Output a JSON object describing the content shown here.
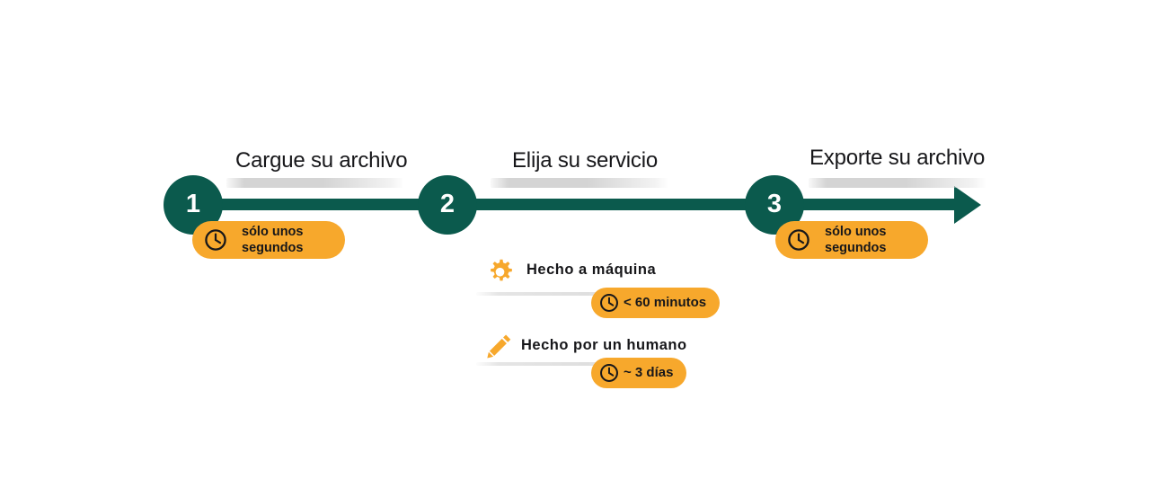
{
  "diagram": {
    "type": "process-timeline",
    "language": "es",
    "colors": {
      "teal": "#0b5a4d",
      "orange": "#f7a82c",
      "text": "#17171a",
      "grey_bar": "#d4d4d4",
      "background": "#ffffff"
    },
    "steps": [
      {
        "number": "1",
        "title": "Cargue su archivo",
        "badge": {
          "icon": "clock-icon",
          "text": "sólo unos\nsegundos"
        }
      },
      {
        "number": "2",
        "title": "Elija su servicio",
        "badge": null
      },
      {
        "number": "3",
        "title": "Exporte su archivo",
        "badge": {
          "icon": "clock-icon",
          "text": "sólo unos\nsegundos"
        }
      }
    ],
    "services": [
      {
        "icon": "gear-icon",
        "label": "Hecho a máquina",
        "badge": {
          "icon": "clock-icon",
          "text": "< 60 minutos"
        }
      },
      {
        "icon": "pencil-icon",
        "label": "Hecho por un humano",
        "badge": {
          "icon": "clock-icon",
          "text": "~ 3 días"
        }
      }
    ]
  }
}
